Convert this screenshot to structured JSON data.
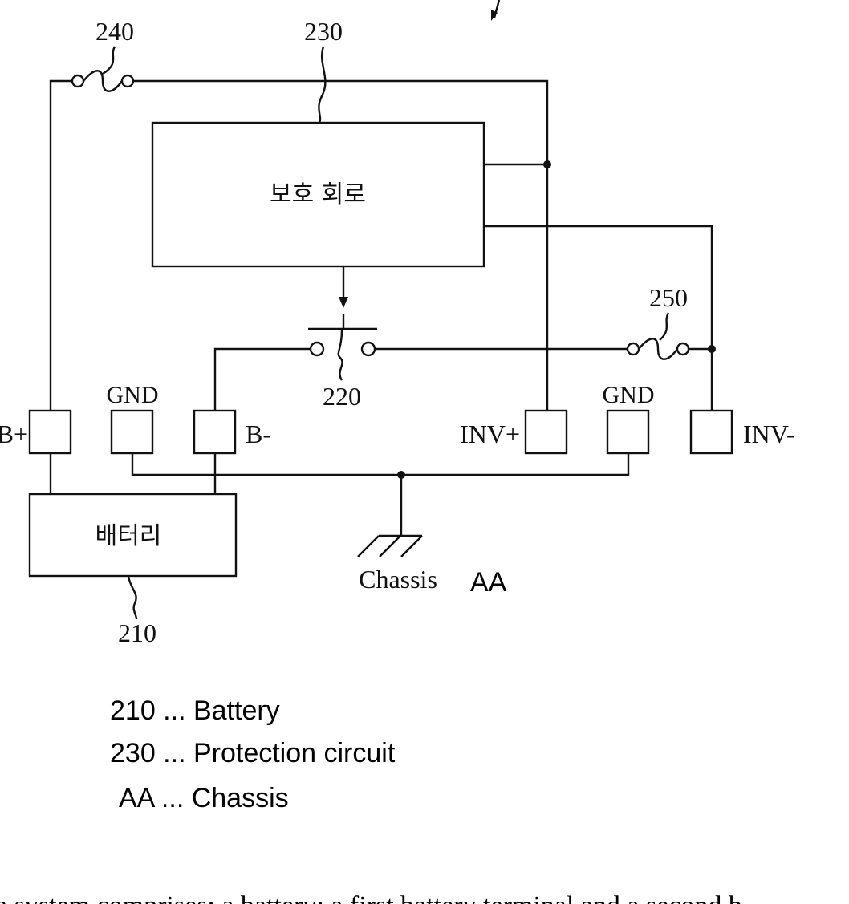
{
  "reference_numerals": {
    "protection_circuit": "230",
    "fuse_1": "240",
    "fuse_2": "250",
    "switch": "220",
    "battery": "210"
  },
  "blocks": {
    "protection_circuit_label": "보호 회로",
    "battery_label": "배터리"
  },
  "terminals": {
    "b_plus": "B+",
    "gnd_1": "GND",
    "b_minus": "B-",
    "inv_plus": "INV+",
    "gnd_2": "GND",
    "inv_minus": "INV-"
  },
  "chassis": {
    "label": "Chassis",
    "marker": "AA"
  },
  "legend": [
    "210 ... Battery",
    "230 ... Protection circuit",
    "AA ... Chassis"
  ],
  "footer_text": "a system comprises: a battery; a first battery terminal and a second b"
}
